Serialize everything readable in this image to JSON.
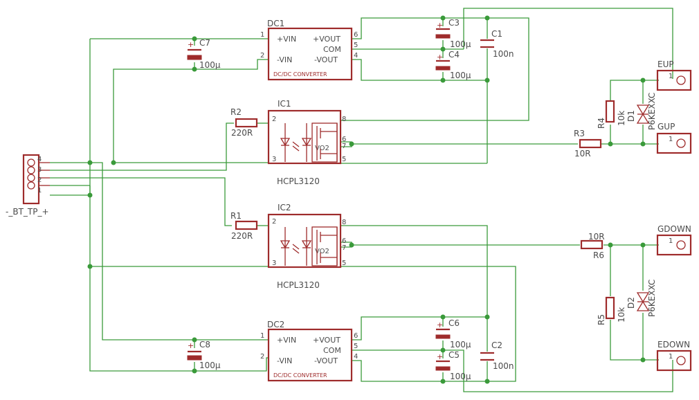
{
  "colors": {
    "wire": "#3a9a3a",
    "part": "#9e2b2b",
    "text": "#4a4a4a",
    "background": "#ffffff"
  },
  "connector": {
    "ref": "-_BT_TP_+",
    "pins": [
      "4",
      "3",
      "2",
      "1"
    ]
  },
  "dc1": {
    "ref": "DC1",
    "type": "DC/DC CONVERTER",
    "vin_p": "+VIN",
    "vin_n": "-VIN",
    "vout_p": "+VOUT",
    "com": "COM",
    "vout_n": "-VOUT",
    "pins": {
      "vin_p": "1",
      "vin_n": "2",
      "vout_p": "6",
      "com": "5",
      "vout_n": "4"
    }
  },
  "dc2": {
    "ref": "DC2",
    "type": "DC/DC CONVERTER",
    "vin_p": "+VIN",
    "vin_n": "-VIN",
    "vout_p": "+VOUT",
    "com": "COM",
    "vout_n": "-VOUT",
    "pins": {
      "vin_p": "1",
      "vin_n": "2",
      "vout_p": "6",
      "com": "5",
      "vout_n": "4"
    }
  },
  "ic1": {
    "ref": "IC1",
    "part": "HCPL3120",
    "vo2": "VO2",
    "pins": {
      "a": "2",
      "k": "3",
      "vcc": "8",
      "vo1": "6",
      "vo2": "7",
      "vee": "5"
    }
  },
  "ic2": {
    "ref": "IC2",
    "part": "HCPL3120",
    "vo2": "VO2",
    "pins": {
      "a": "2",
      "k": "3",
      "vcc": "8",
      "vo1": "6",
      "vo2": "7",
      "vee": "5"
    }
  },
  "capacitors": {
    "c1": {
      "ref": "C1",
      "value": "100n"
    },
    "c2": {
      "ref": "C2",
      "value": "100n"
    },
    "c3": {
      "ref": "C3",
      "value": "100µ"
    },
    "c4": {
      "ref": "C4",
      "value": "100µ"
    },
    "c5": {
      "ref": "C5",
      "value": "100µ"
    },
    "c6": {
      "ref": "C6",
      "value": "100µ"
    },
    "c7": {
      "ref": "C7",
      "value": "100µ"
    },
    "c8": {
      "ref": "C8",
      "value": "100µ"
    }
  },
  "resistors": {
    "r1": {
      "ref": "R1",
      "value": "220R"
    },
    "r2": {
      "ref": "R2",
      "value": "220R"
    },
    "r3": {
      "ref": "R3",
      "value": "10R"
    },
    "r4": {
      "ref": "R4",
      "value": "10k"
    },
    "r5": {
      "ref": "R5",
      "value": "10k"
    },
    "r6": {
      "ref": "R6",
      "value": "10R"
    }
  },
  "diodes": {
    "d1": {
      "ref": "D1",
      "part": "P6KEXXC"
    },
    "d2": {
      "ref": "D2",
      "part": "P6KEXXC"
    }
  },
  "terminals": {
    "eup": {
      "label": "EUP",
      "pin": "1"
    },
    "gup": {
      "label": "GUP",
      "pin": "1"
    },
    "gdown": {
      "label": "GDOWN",
      "pin": "1"
    },
    "edown": {
      "label": "EDOWN",
      "pin": "1"
    }
  },
  "plus_sign": "+"
}
